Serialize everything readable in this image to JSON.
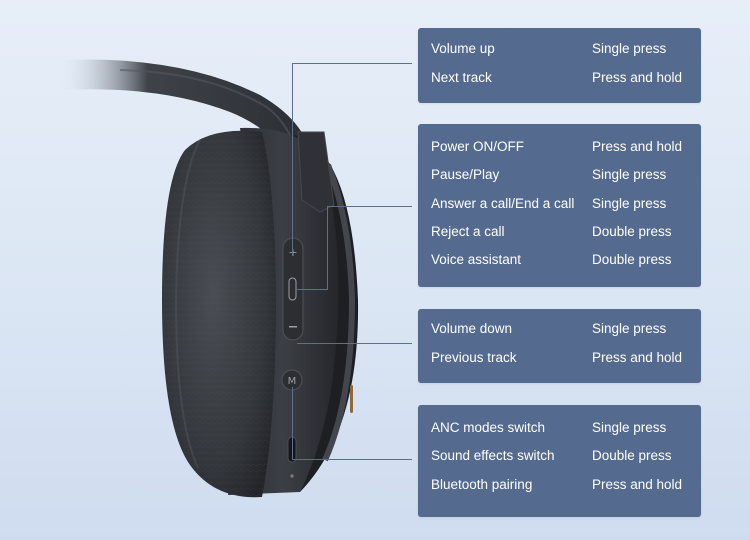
{
  "panels": [
    {
      "rows": [
        {
          "action": "Volume up",
          "trigger": "Single press"
        },
        {
          "action": "Next track",
          "trigger": "Press and hold"
        }
      ]
    },
    {
      "rows": [
        {
          "action": "Power ON/OFF",
          "trigger": "Press and hold"
        },
        {
          "action": "Pause/Play",
          "trigger": "Single press"
        },
        {
          "action": "Answer a call/End a call",
          "trigger": "Single press"
        },
        {
          "action": "Reject a call",
          "trigger": "Double press"
        },
        {
          "action": "Voice assistant",
          "trigger": "Double press"
        }
      ]
    },
    {
      "rows": [
        {
          "action": "Volume down",
          "trigger": "Single press"
        },
        {
          "action": "Previous track",
          "trigger": "Press and hold"
        }
      ]
    },
    {
      "rows": [
        {
          "action": "ANC modes switch",
          "trigger": "Single press"
        },
        {
          "action": "Sound effects switch",
          "trigger": "Double press"
        },
        {
          "action": "Bluetooth pairing",
          "trigger": "Press and hold"
        }
      ]
    }
  ],
  "colors": {
    "panel_bg": "#546a8e",
    "panel_text": "#ffffff",
    "leader_line": "#5e6f8c"
  }
}
